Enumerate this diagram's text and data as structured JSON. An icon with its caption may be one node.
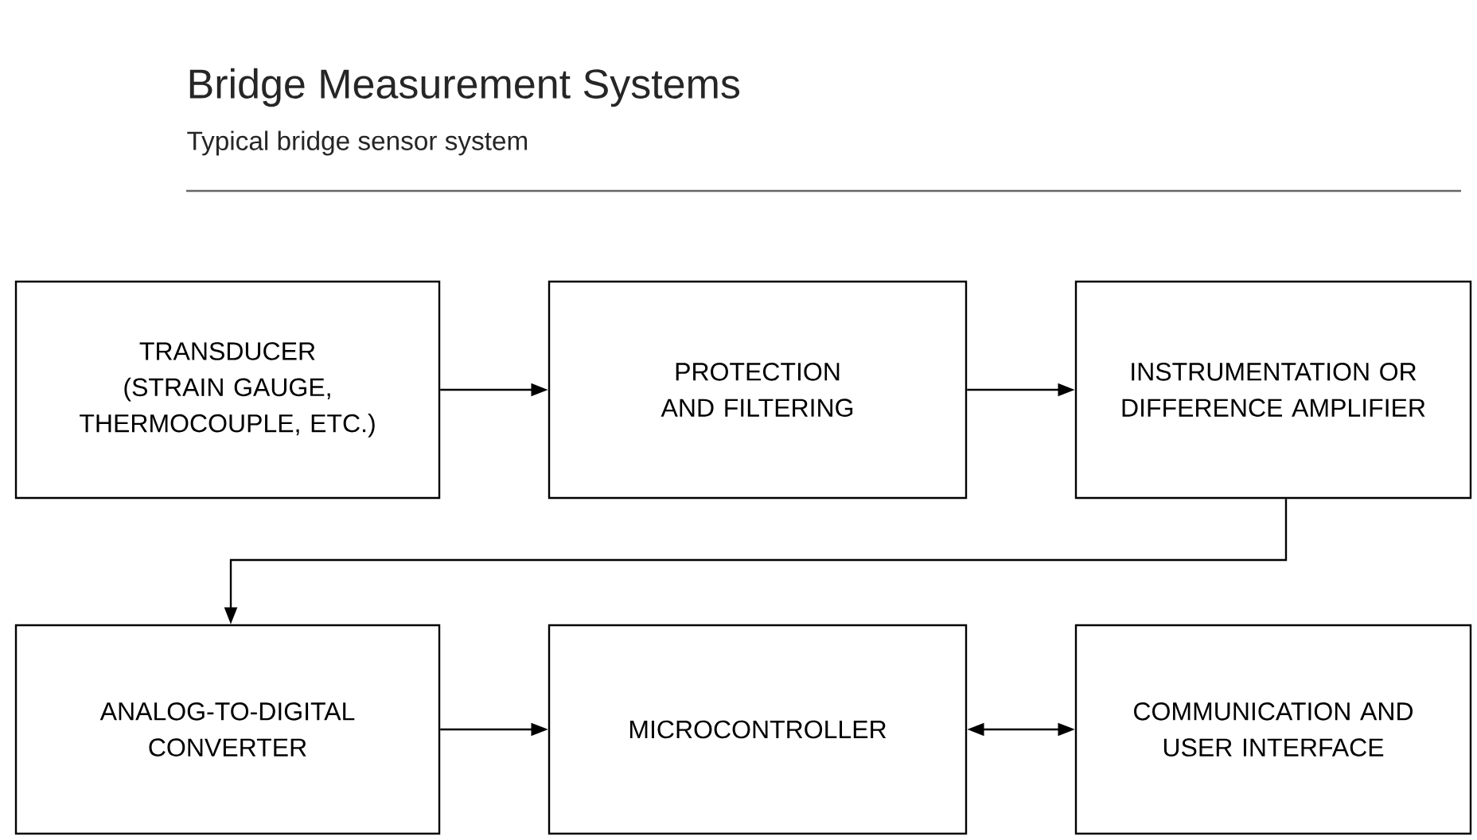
{
  "diagram": {
    "title": "Bridge Measurement Systems",
    "caption": "Typical bridge sensor system",
    "nodes": [
      {
        "text": [
          "TRANSDUCER (STRAIN GAUGE, THERMOCOUPLE, ETC.)"
        ]
      },
      {
        "text": [
          "PROTECTION AND FILTERING"
        ]
      },
      {
        "text": [
          "INSTRUMENTATION OR DIFFERENCE AMPLIFIER"
        ]
      },
      {
        "text": [
          "ANALOG-TO-DIGITAL CONVERTER"
        ]
      },
      {
        "text": [
          "MICROCONTROLLER"
        ]
      },
      {
        "text": [
          "COMMUNICATION AND USER INTERFACE"
        ]
      }
    ],
    "edges": [
      {
        "from": 0,
        "to": 1,
        "arrow": "to"
      },
      {
        "from": 1,
        "to": 2,
        "arrow": "to"
      },
      {
        "from": 2,
        "to": 3,
        "arrow": "to"
      },
      {
        "from": 3,
        "to": 4,
        "arrow": "to"
      },
      {
        "from": 4,
        "to": 5,
        "arrow": "both"
      }
    ]
  }
}
